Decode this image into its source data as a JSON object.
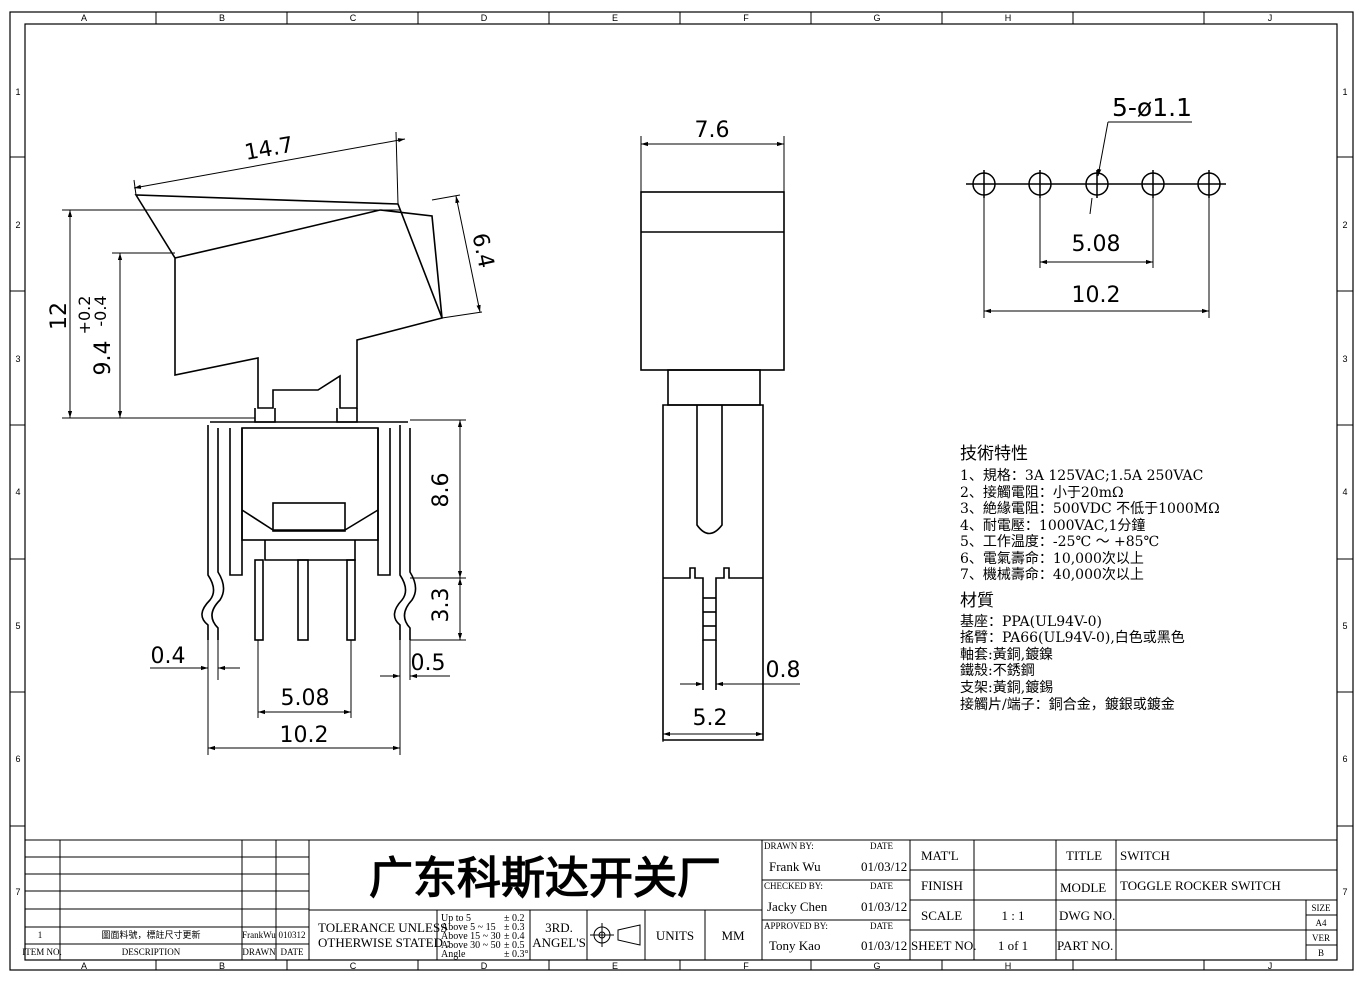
{
  "border_zones": {
    "columns": [
      "A",
      "B",
      "C",
      "D",
      "E",
      "F",
      "G",
      "H",
      "J"
    ],
    "rows": [
      "1",
      "2",
      "3",
      "4",
      "5",
      "6",
      "7"
    ]
  },
  "dimensions": {
    "side": {
      "rocker_length": "14.7",
      "overall_height": "12",
      "rocker_height": "9.4",
      "tol_plus": "+0.2",
      "tol_minus": "-0.4",
      "rocker_thickness": "6.4",
      "body_height": "8.6",
      "terminal_length": "3.3",
      "pin_width": "0.4",
      "bracket_thickness": "0.5",
      "pin_pitch": "5.08",
      "bracket_span": "10.2"
    },
    "front": {
      "width": "7.6",
      "pin_thickness": "0.8",
      "base_width": "5.2"
    },
    "hole_pattern": {
      "holes": "5-ø1.1",
      "pitch": "5.08",
      "span": "10.2"
    }
  },
  "specs": {
    "tech_title": "技術特性",
    "tech_items": [
      "1、規格：3A 125VAC;1.5A 250VAC",
      "2、接觸電阻：小于20mΩ",
      "3、絶緣電阻：500VDC 不低于1000MΩ",
      "4、耐電壓：1000VAC,1分鐘",
      "5、工作温度：-25℃ ～ +85℃",
      "6、電氣壽命：10,000次以上",
      "7、機械壽命：40,000次以上"
    ],
    "material_title": "材質",
    "material_items": [
      "基座：PPA(UL94V-0)",
      "搖臂：PA66(UL94V-0),白色或黑色",
      "軸套:黃銅,鍍鎳",
      "鐵殼:不銹鋼",
      "支架:黃銅,鍍錫",
      "接觸片/端子：銅合金，鍍銀或鍍金"
    ]
  },
  "title_block": {
    "company": "广东科斯达开关厂",
    "revision": {
      "item_no": "1",
      "description": "圖面料號，標註尺寸更新",
      "drawn": "FrankWu",
      "date": "010312",
      "header_item": "ITEM NO.",
      "header_desc": "DESCRIPTION",
      "header_drawn": "DRAWN",
      "header_date": "DATE"
    },
    "tolerance_label_1": "TOLERANCE UNLESS",
    "tolerance_label_2": "OTHERWISE STATED :",
    "tolerances": [
      {
        "range": "Up  to  5",
        "tol": "± 0.2"
      },
      {
        "range": "Above 5  ~ 15",
        "tol": "± 0.3"
      },
      {
        "range": "Above 15 ~ 30",
        "tol": "± 0.4"
      },
      {
        "range": "Above 30 ~ 50",
        "tol": "± 0.5"
      },
      {
        "range": "Angle",
        "tol": "± 0.3°"
      }
    ],
    "angle_1": "3RD.",
    "angle_2": "ANGEL'S",
    "units_label": "UNITS",
    "units_value": "MM",
    "drawn_by_label": "DRAWN BY:",
    "drawn_by": "Frank Wu",
    "checked_by_label": "CHECKED BY:",
    "checked_by": "Jacky Chen",
    "approved_by_label": "APPROVED BY:",
    "approved_by": "Tony Kao",
    "date_label": "DATE",
    "date_drawn": "01/03/12",
    "date_checked": "01/03/12",
    "date_approved": "01/03/12",
    "matl_label": "MAT'L",
    "matl_value": "",
    "finish_label": "FINISH",
    "finish_value": "",
    "scale_label": "SCALE",
    "scale_value": "1 : 1",
    "sheet_label": "SHEET NO.",
    "sheet_value": "1 of 1",
    "title_label": "TITLE",
    "title_value": "SWITCH",
    "model_label": "MODLE",
    "model_value": "TOGGLE ROCKER SWITCH",
    "dwg_label": "DWG NO.",
    "dwg_value": "",
    "part_label": "PART NO.",
    "part_value": "",
    "size_label": "SIZE",
    "size_value": "A4",
    "ver_label": "VER",
    "ver_value": "B"
  }
}
